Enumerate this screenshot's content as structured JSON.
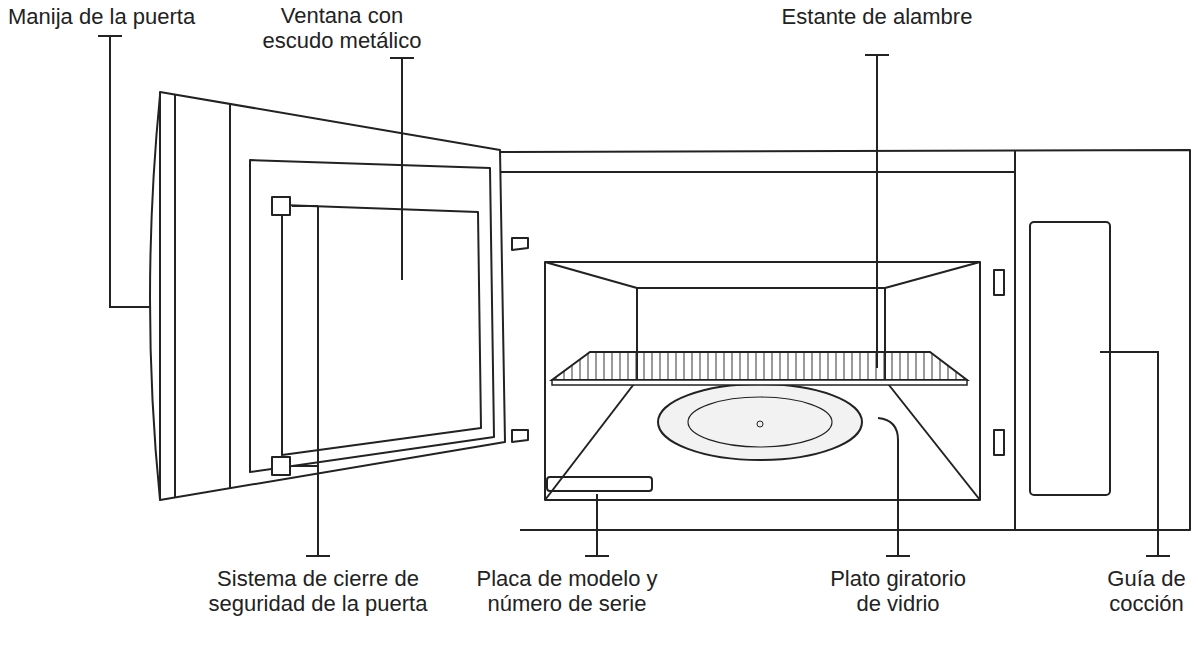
{
  "diagram": {
    "labels": [
      "Manija de la puerta",
      "Ventana con escudo metálico",
      "Estante de alambre",
      "Sistema de cierre de seguridad de la puerta",
      "Placa de modelo y número de serie",
      "Plato giratorio de vidrio",
      "Guía de cocción"
    ]
  }
}
